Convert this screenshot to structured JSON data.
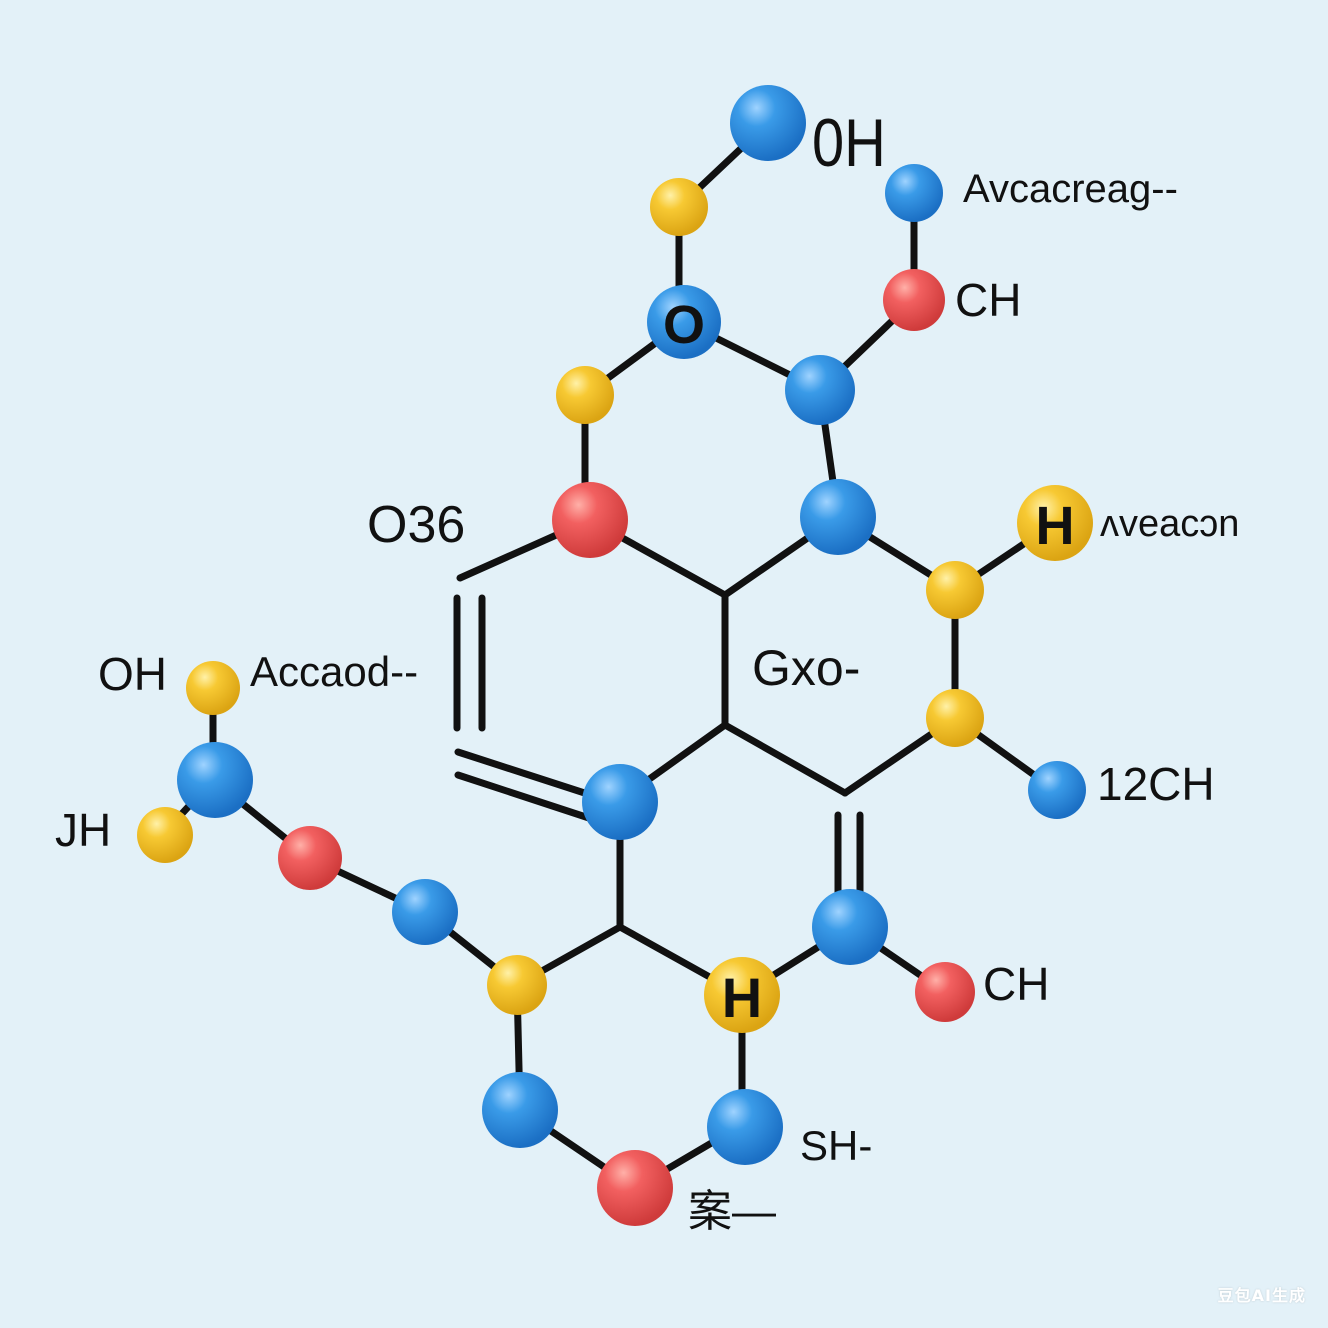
{
  "colors": {
    "background": "#e3f1f8",
    "bond": "#111111",
    "atom_blue": "#2f8ee0",
    "atom_red": "#ee5656",
    "atom_yellow": "#f4c52a"
  },
  "labels": {
    "oh_top": "0H",
    "avcacreag": "Avcacreag--",
    "ch_upper_right": "CH",
    "o36": "O36",
    "aveacon": "ʌveacɔn",
    "oh_left": "OH",
    "accaod": "Accaod--",
    "gxo": "Gxo-",
    "jh": "JH",
    "ch12": "12CH",
    "ch_lower_right": "CH",
    "sh": "SH-",
    "bottom_glyph": "案—"
  },
  "atom_glyphs": {
    "o_ring": "O",
    "h_right": "H",
    "h_bottom": "H"
  },
  "watermark": "豆包AI生成"
}
